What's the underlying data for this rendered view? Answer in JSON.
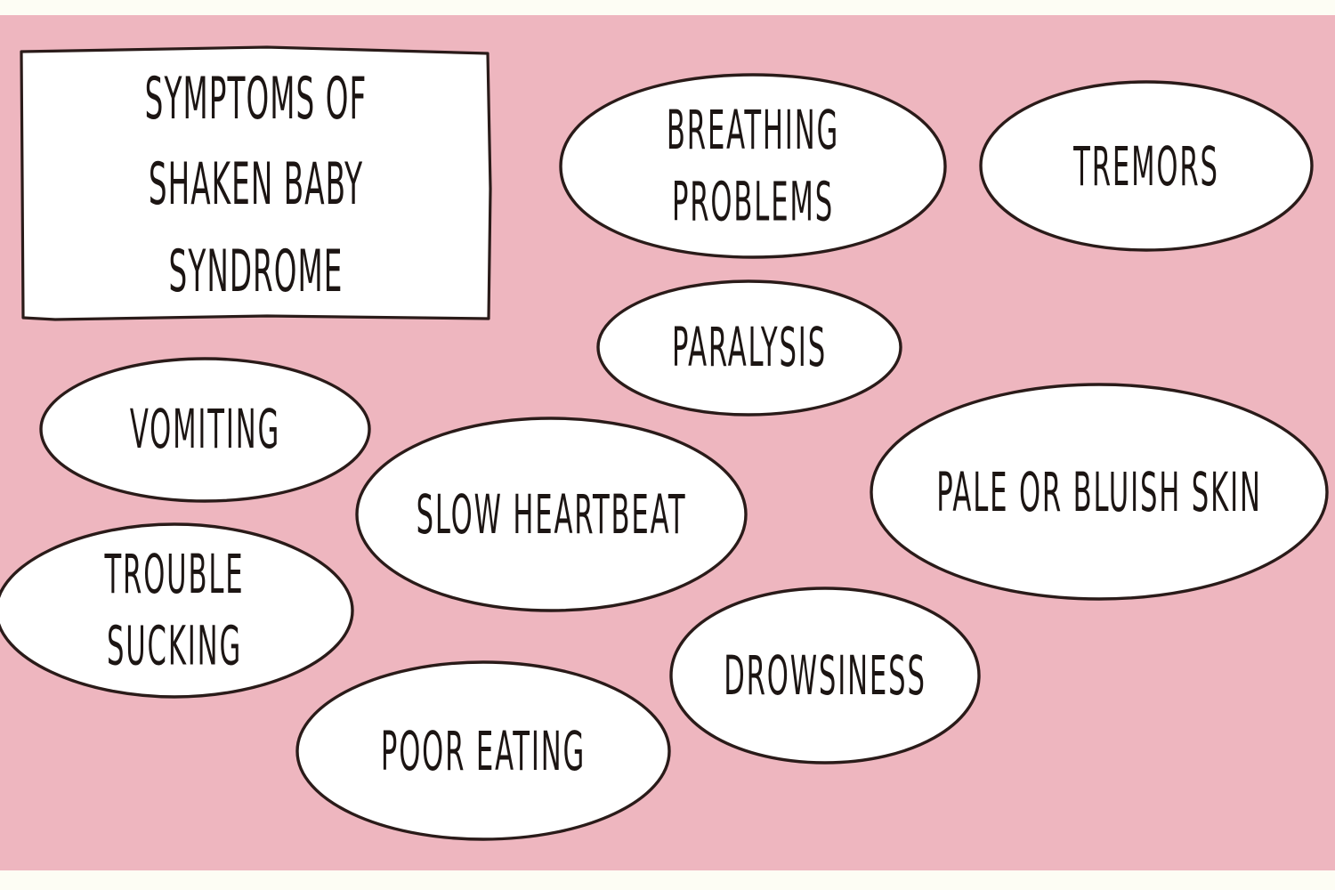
{
  "page": {
    "background_color": "#EEB6BF",
    "border_color": "#FDFDF4",
    "shape_fill": "#FFFFFF",
    "shape_stroke": "#2A1B19",
    "text_color": "#1C1513",
    "style": "hand-drawn infographic"
  },
  "title_card": {
    "label": "SYMPTOMS OF\nSHAKEN BABY SYNDROME",
    "line1": "SYMPTOMS OF",
    "line2": "SHAKEN BABY SYNDROME",
    "shape": "hand-drawn rectangle"
  },
  "symptoms": [
    {
      "id": "breathing-problems",
      "label": "BREATHING PROBLEMS",
      "shape": "ellipse"
    },
    {
      "id": "tremors",
      "label": "TREMORS",
      "shape": "ellipse"
    },
    {
      "id": "paralysis",
      "label": "PARALYSIS",
      "shape": "ellipse"
    },
    {
      "id": "vomiting",
      "label": "VOMITING",
      "shape": "ellipse"
    },
    {
      "id": "pale-or-bluish-skin",
      "label": "PALE OR BLUISH SKIN",
      "shape": "ellipse"
    },
    {
      "id": "slow-heartbeat",
      "label": "SLOW HEARTBEAT",
      "shape": "ellipse"
    },
    {
      "id": "trouble-sucking",
      "label": "TROUBLE SUCKING",
      "shape": "ellipse"
    },
    {
      "id": "drowsiness",
      "label": "DROWSINESS",
      "shape": "ellipse"
    },
    {
      "id": "poor-eating",
      "label": "POOR EATING",
      "shape": "ellipse"
    }
  ]
}
